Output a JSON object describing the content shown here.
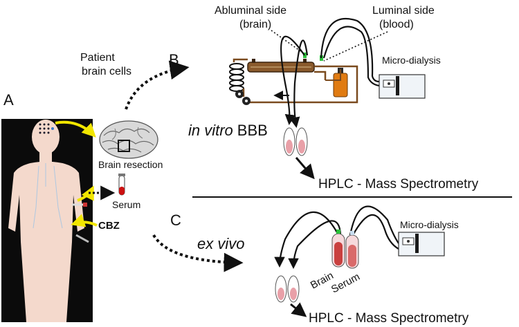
{
  "panels": {
    "a": "A",
    "b": "B",
    "c": "C"
  },
  "labels": {
    "patient_brain_cells_line1": "Patient",
    "patient_brain_cells_line2": "brain cells",
    "abluminal_line1": "Abluminal side",
    "abluminal_line2": "(brain)",
    "luminal_line1": "Luminal side",
    "luminal_line2": "(blood)",
    "microdialysis_top": "Micro-dialysis",
    "microdialysis_bottom": "Micro-dialysis",
    "in_vitro_italic": "in vitro",
    "in_vitro_rest": "BBB",
    "ex_vivo": "ex vivo",
    "brain_resection": "Brain resection",
    "serum_left": "Serum",
    "cbz": "CBZ",
    "hplc_top": "HPLC - Mass Spectrometry",
    "hplc_bottom": "HPLC - Mass Spectrometry",
    "tube_brain": "Brain",
    "tube_serum": "Serum"
  },
  "colors": {
    "arrow_yellow": "#f2e600",
    "circuit_brown": "#7a4a1e",
    "bottle_orange": "#e07b12",
    "sample_pink": "#e9a0a8",
    "tube_red": "#c9403f",
    "blood_red": "#cc1111",
    "body_background": "#0b0b0b",
    "skin": "#f4d9cc"
  }
}
